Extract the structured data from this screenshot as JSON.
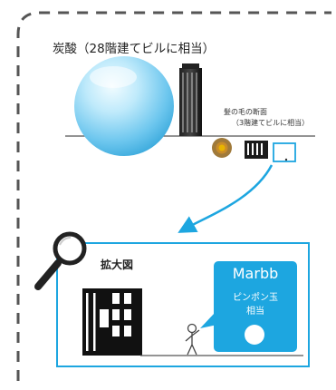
{
  "top_title": "炭酸（28階建てビルに相当）",
  "hair": {
    "label": "髪の毛の断面",
    "sub": "（3階建てビルに相当）"
  },
  "zoom": {
    "title": "拡大図"
  },
  "marbb": {
    "name": "Marbb",
    "line1": "ピンポン玉",
    "line2": "相当"
  },
  "colors": {
    "accent": "#1da6e0",
    "frame_dash": "#555555",
    "building": "#111111",
    "hair_outer": "#a07a3a",
    "hair_inner": "#e8b400",
    "bubble": "#8fd6f5"
  },
  "icons": [
    "magnifier-icon",
    "person-icon",
    "arrow-icon"
  ]
}
